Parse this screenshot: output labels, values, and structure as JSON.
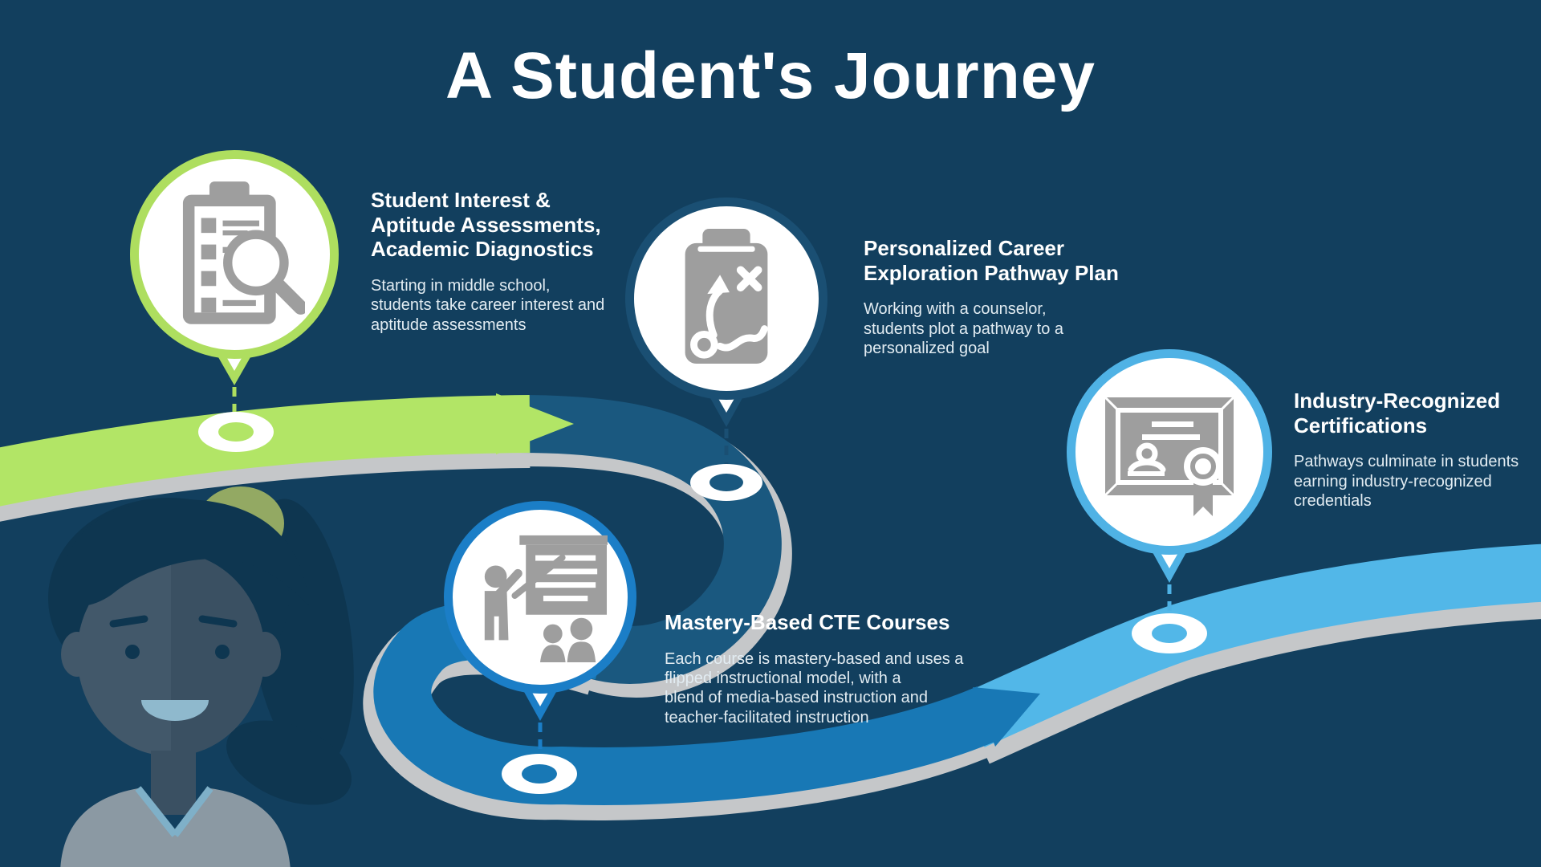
{
  "title": "A Student's Journey",
  "milestones": [
    {
      "heading": "Student Interest &\nAptitude Assessments,\nAcademic Diagnostics",
      "body": "Starting in middle school,\nstudents take career interest and\naptitude assessments",
      "icon": "clipboard-magnifier-icon",
      "accent": "#aede5f"
    },
    {
      "heading": "Personalized Career\nExploration Pathway Plan",
      "body": "Working with a counselor,\nstudents plot a pathway to a\npersonalized goal",
      "icon": "strategy-plan-icon",
      "accent": "#1a4f73"
    },
    {
      "heading": "Mastery-Based CTE Courses",
      "body": "Each course is mastery-based and uses a\nflipped instructional model, with a\nblend of media-based instruction and\nteacher-facilitated instruction",
      "icon": "teacher-presentation-icon",
      "accent": "#1b7ec7"
    },
    {
      "heading": "Industry-Recognized\nCertifications",
      "body": "Pathways culminate in students\nearning industry-recognized\ncredentials",
      "icon": "certificate-icon",
      "accent": "#4fb2e5"
    }
  ],
  "colors": {
    "background": "#123f5e",
    "title_color": "#ffffff",
    "icon_gray": "#9e9e9e",
    "marker_white": "#ffffff",
    "road": {
      "green": "#b2e566",
      "navy": "#1a587f",
      "blue": "#1878b5",
      "light_blue": "#52b7e8",
      "edge_gray": "#c5c7c9"
    }
  },
  "avatar": {
    "label": "student-avatar",
    "colors": {
      "hair": "#0e3650",
      "face": "#42586a",
      "face_shade": "#3a5062",
      "scrunchie": "#93a963",
      "mouth": "#8fb9cd",
      "shirt": "#8b99a3",
      "collar": "#7fb0c8"
    }
  }
}
